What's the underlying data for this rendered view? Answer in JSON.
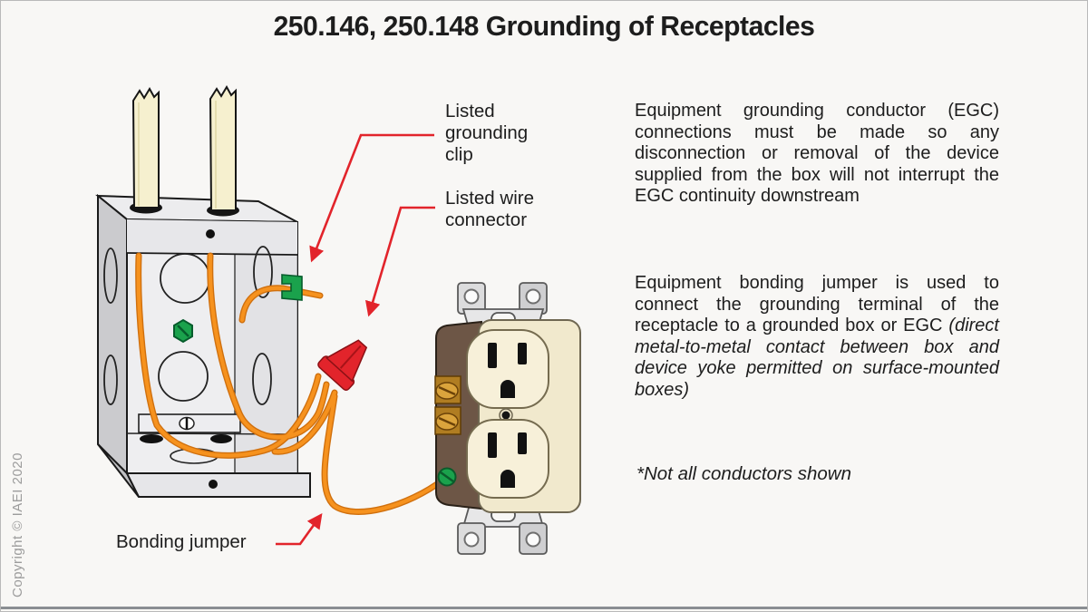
{
  "title": "250.146, 250.148 Grounding of Receptacles",
  "diagram": {
    "callouts": {
      "grounding_clip": {
        "label": "Listed grounding clip"
      },
      "wire_connector": {
        "label": "Listed wire connector"
      },
      "bonding_jumper": {
        "label": "Bonding jumper"
      }
    }
  },
  "text_panel": {
    "paragraph_1": "Equipment grounding conductor (EGC) connections must be made so any disconnection or removal of the device supplied from the box will not interrupt the EGC continuity downstream",
    "paragraph_2_regular": "Equipment bonding jumper is used to connect the grounding terminal of the receptacle to a grounded box or EGC ",
    "paragraph_2_italic": "(direct metal-to-metal contact between box and device yoke permitted on surface-mounted boxes)",
    "note": "*Not all conductors shown"
  },
  "footer": {
    "copyright": "Copyright © IAEI 2020"
  },
  "colors": {
    "accent_red": "#e2242b",
    "wire_orange": "#f6921e",
    "ground_green": "#1aa24c",
    "cable_cream": "#f6f0cf",
    "receptacle_ivory": "#f1e9cd",
    "body_brown": "#6d5646",
    "bottom_bar": "#8a8e92",
    "background": "#f8f7f5",
    "copyright_gray": "#9c9c9c"
  }
}
